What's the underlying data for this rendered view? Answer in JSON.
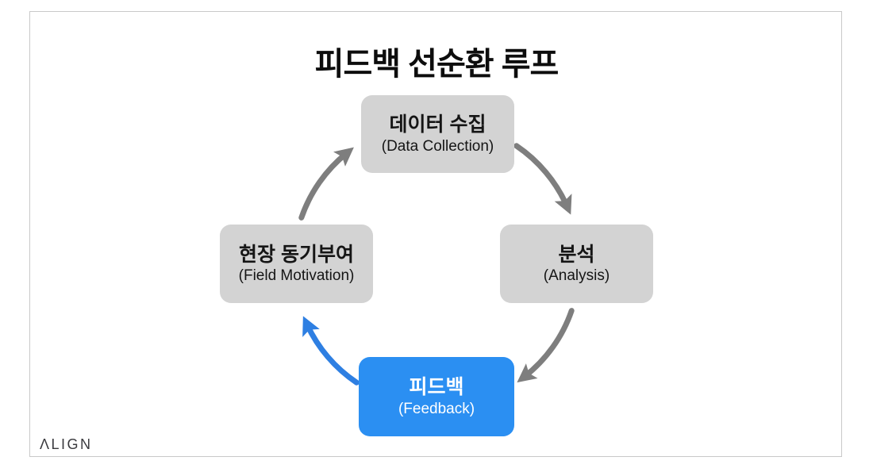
{
  "title": "피드백 선순환 루프",
  "diagram": {
    "nodes": [
      {
        "id": "data-collection",
        "label_ko": "데이터 수집",
        "label_en": "(Data Collection)",
        "variant": "gray",
        "position": "top"
      },
      {
        "id": "analysis",
        "label_ko": "분석",
        "label_en": "(Analysis)",
        "variant": "gray",
        "position": "right"
      },
      {
        "id": "feedback",
        "label_ko": "피드백",
        "label_en": "(Feedback)",
        "variant": "blue",
        "position": "bottom"
      },
      {
        "id": "field-motivation",
        "label_ko": "현장 동기부여",
        "label_en": "(Field Motivation)",
        "variant": "gray",
        "position": "left"
      }
    ],
    "arrows": [
      {
        "from": "data-collection",
        "to": "analysis",
        "color_ref": "arrow_gray"
      },
      {
        "from": "analysis",
        "to": "feedback",
        "color_ref": "arrow_gray"
      },
      {
        "from": "feedback",
        "to": "field-motivation",
        "color_ref": "arrow_blue"
      },
      {
        "from": "field-motivation",
        "to": "data-collection",
        "color_ref": "arrow_gray"
      }
    ]
  },
  "logo": "ΛLIGN",
  "colors": {
    "box_gray": "#d3d3d3",
    "box_blue": "#2b8ff2",
    "box_text_dark": "#151515",
    "box_text_light": "#ffffff",
    "arrow_gray": "#7e7e7e",
    "arrow_blue": "#2e7fe2",
    "frame_border": "#c9c9c9",
    "title_text": "#0d0d0d",
    "logo_text": "#3a3a3e"
  }
}
